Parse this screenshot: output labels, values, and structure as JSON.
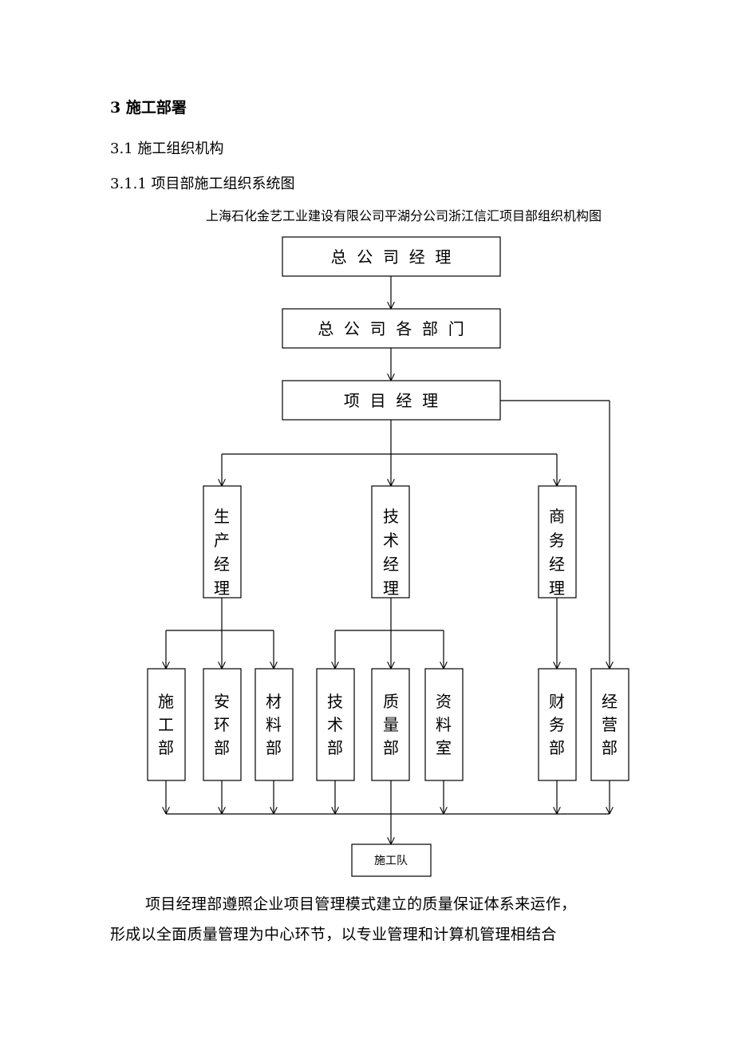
{
  "heading": "3  施工部署",
  "subheading": "3.1  施工组织机构",
  "subsubheading": "3.1.1  项目部施工组织系统图",
  "chart_title": "上海石化金艺工业建设有限公司平湖分公司浙江信汇项目部组织机构图",
  "org": {
    "general_manager": "总  公  司  经  理",
    "company_departments": "总  公  司  各  部  门",
    "project_manager": "项  目  经  理",
    "production_manager": "生产经理",
    "technical_manager": "技术经理",
    "business_manager": "商务经理",
    "departments": [
      "施工部",
      "安环部",
      "材料部",
      "技术部",
      "质量部",
      "资料室",
      "财务部",
      "经营部"
    ],
    "construction_team": "施工队"
  },
  "paragraph": {
    "line1": "项目经理部遵照企业项目管理模式建立的质量保证体系来运作，",
    "line2": "形成以全面质量管理为中心环节，以专业管理和计算机管理相结合"
  }
}
